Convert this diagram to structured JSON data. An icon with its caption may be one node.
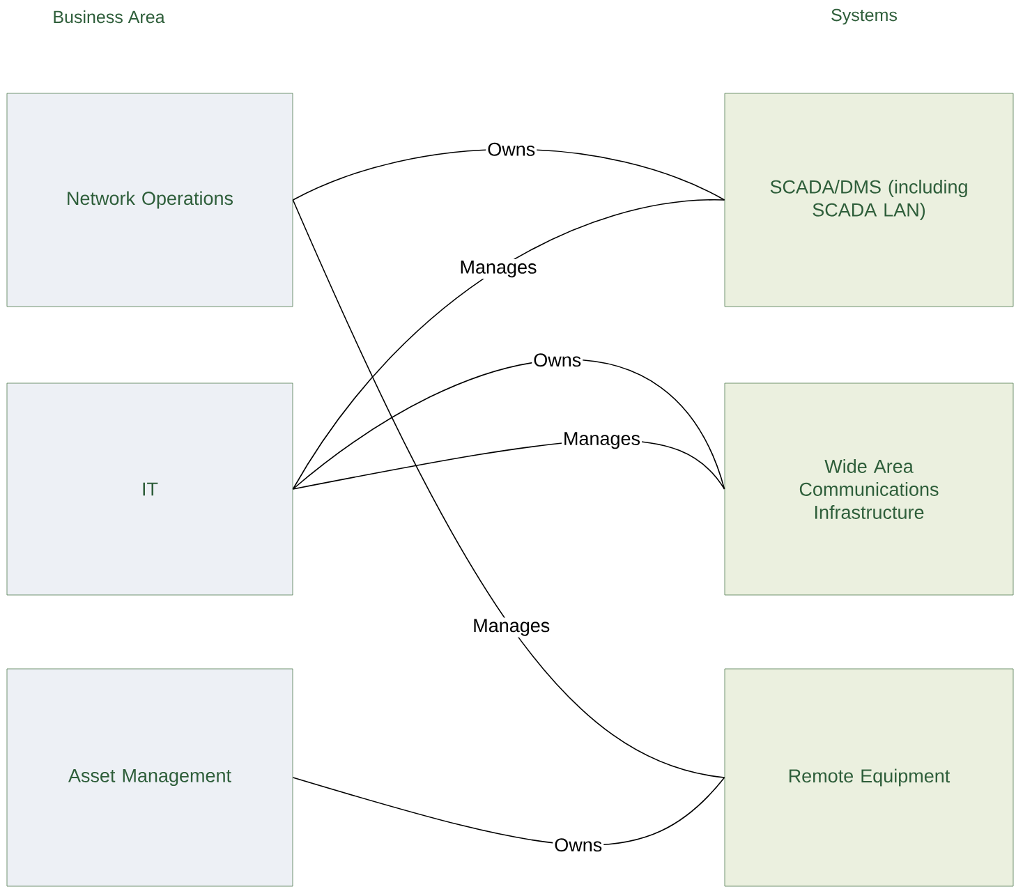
{
  "diagram": {
    "nodes": [
      {
        "text": [
          "Network Operations"
        ]
      },
      {
        "text": [
          "IT"
        ]
      },
      {
        "text": [
          "Asset Management"
        ]
      },
      {
        "text": [
          "SCADA/DMS (including SCADA LAN)"
        ]
      },
      {
        "text": [
          "Wide Area Communications Infrastructure"
        ]
      },
      {
        "text": [
          "Remote Equipment"
        ]
      }
    ],
    "edges": [
      {
        "from": 0,
        "to": 3,
        "arrow": "none",
        "label": "Owns"
      },
      {
        "from": 1,
        "to": 3,
        "arrow": "none",
        "label": "Manages"
      },
      {
        "from": 1,
        "to": 4,
        "arrow": "none",
        "label": "Owns"
      },
      {
        "from": 1,
        "to": 4,
        "arrow": "none",
        "label": "Manages"
      },
      {
        "from": 0,
        "to": 5,
        "arrow": "none",
        "label": "Manages"
      },
      {
        "from": 2,
        "to": 5,
        "arrow": "none",
        "label": "Owns"
      }
    ],
    "labels": [
      "Business Area",
      "Systems"
    ]
  }
}
